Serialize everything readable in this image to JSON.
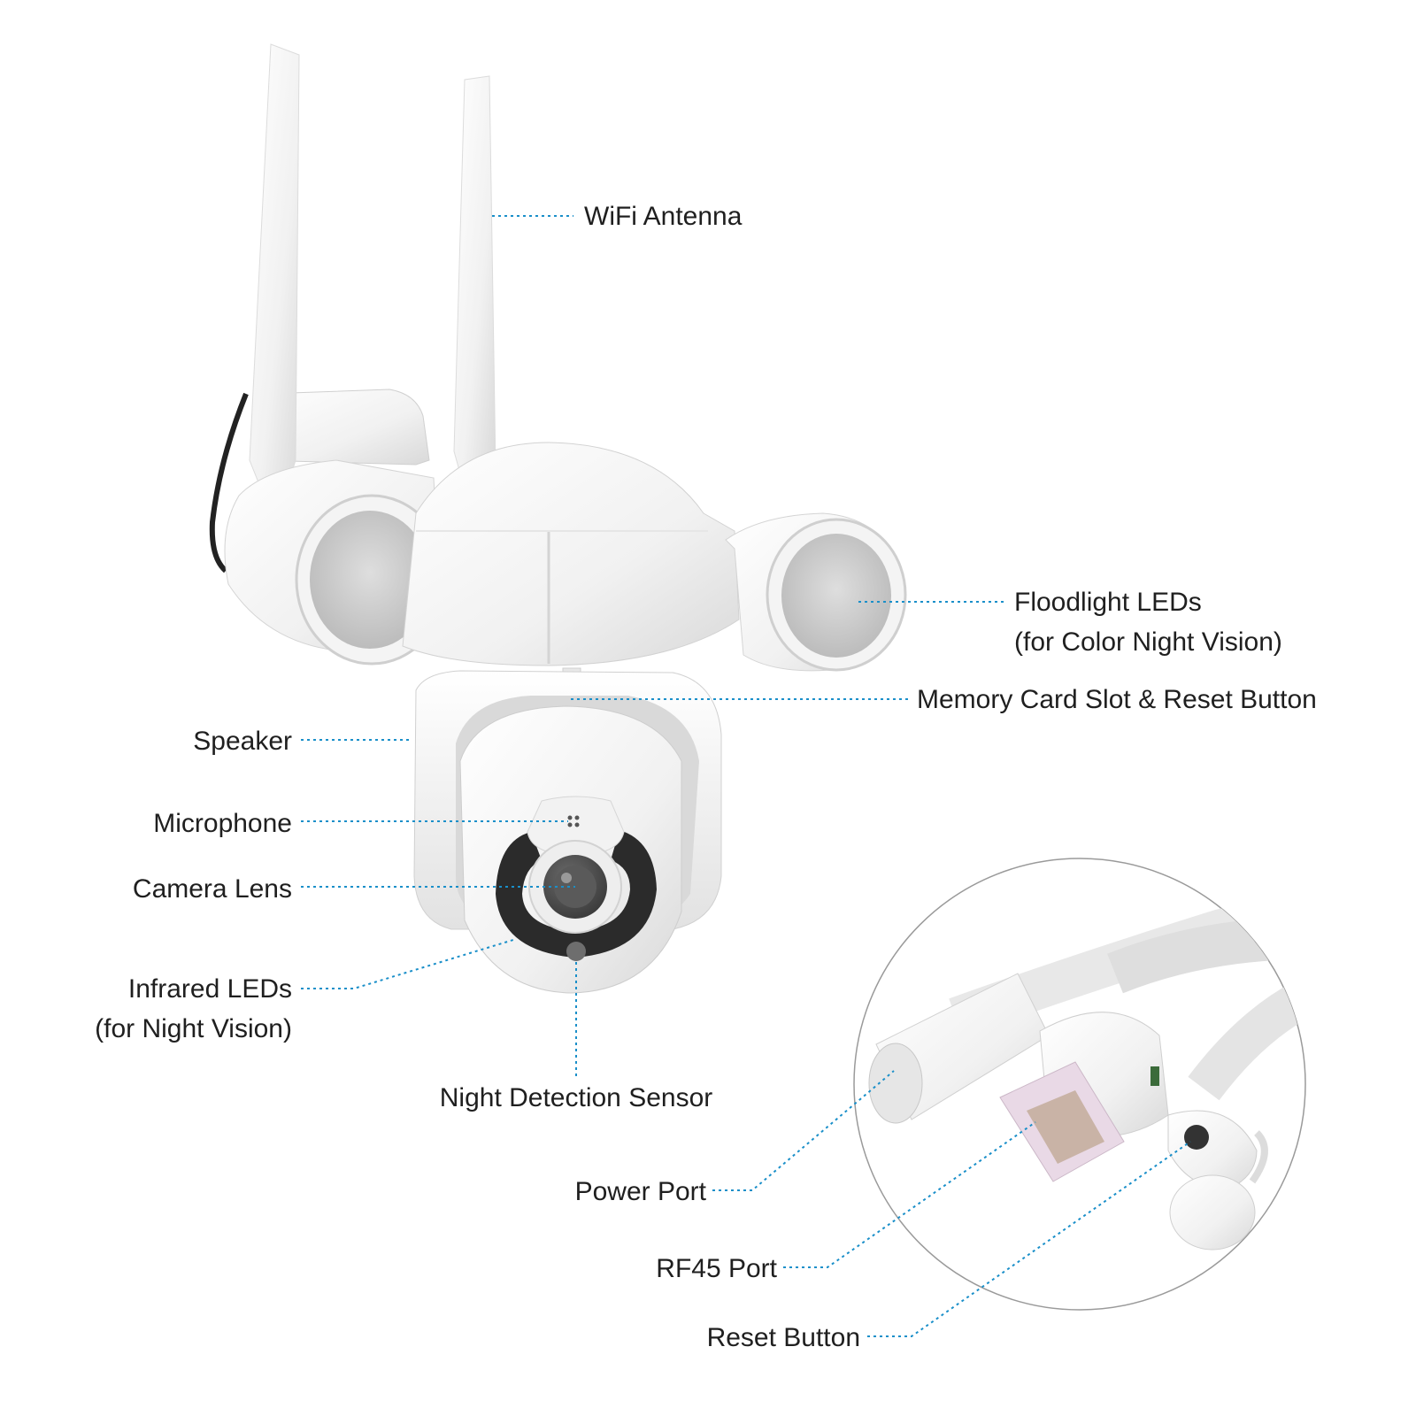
{
  "colors": {
    "leader": "#1a8fc9",
    "text": "#1f1f1f",
    "body": "#f6f6f6",
    "shade": "#d8d8d8",
    "dark": "#2b2b2b",
    "diffuser": "#cfcfcf",
    "rj45": "#e8d8e4"
  },
  "labels": {
    "wifi_antenna": "WiFi Antenna",
    "floodlight_line1": "Floodlight LEDs",
    "floodlight_line2": "(for Color Night Vision)",
    "memory_card": "Memory Card Slot & Reset Button",
    "speaker": "Speaker",
    "microphone": "Microphone",
    "camera_lens": "Camera Lens",
    "infrared_line1": "Infrared LEDs",
    "infrared_line2": "(for Night Vision)",
    "night_sensor": "Night Detection Sensor",
    "power_port": "Power Port",
    "rf45_port": "RF45 Port",
    "reset_button": "Reset Button"
  },
  "icons": [
    "camera-icon",
    "antenna-icon",
    "floodlight-icon",
    "cable-connector-icon"
  ]
}
